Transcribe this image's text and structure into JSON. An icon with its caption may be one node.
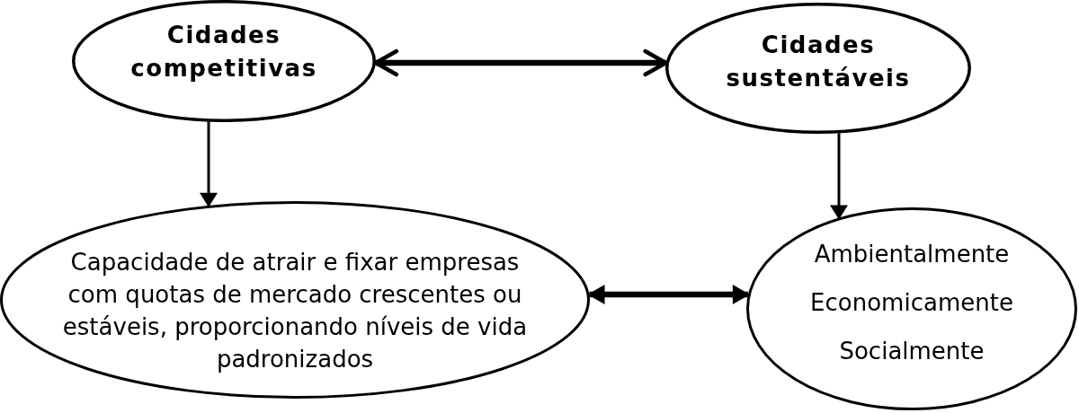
{
  "diagram": {
    "nodes": [
      {
        "text": [
          "Cidades competitivas"
        ]
      },
      {
        "text": [
          "Cidades sustentáveis"
        ]
      },
      {
        "text": [
          "Capacidade de atrair e fixar empresas com quotas de mercado crescentes ou estáveis, proporcionando níveis de vida padronizados"
        ]
      },
      {
        "text": [
          "Ambientalmente",
          "Economicamente",
          "Socialmente"
        ]
      }
    ],
    "edges": [
      {
        "from": 0,
        "to": 1,
        "arrow": "both",
        "style": "thick"
      },
      {
        "from": 0,
        "to": 2,
        "arrow": "to"
      },
      {
        "from": 1,
        "to": 3,
        "arrow": "to"
      },
      {
        "from": 2,
        "to": 3,
        "arrow": "both",
        "style": "thick"
      }
    ]
  }
}
